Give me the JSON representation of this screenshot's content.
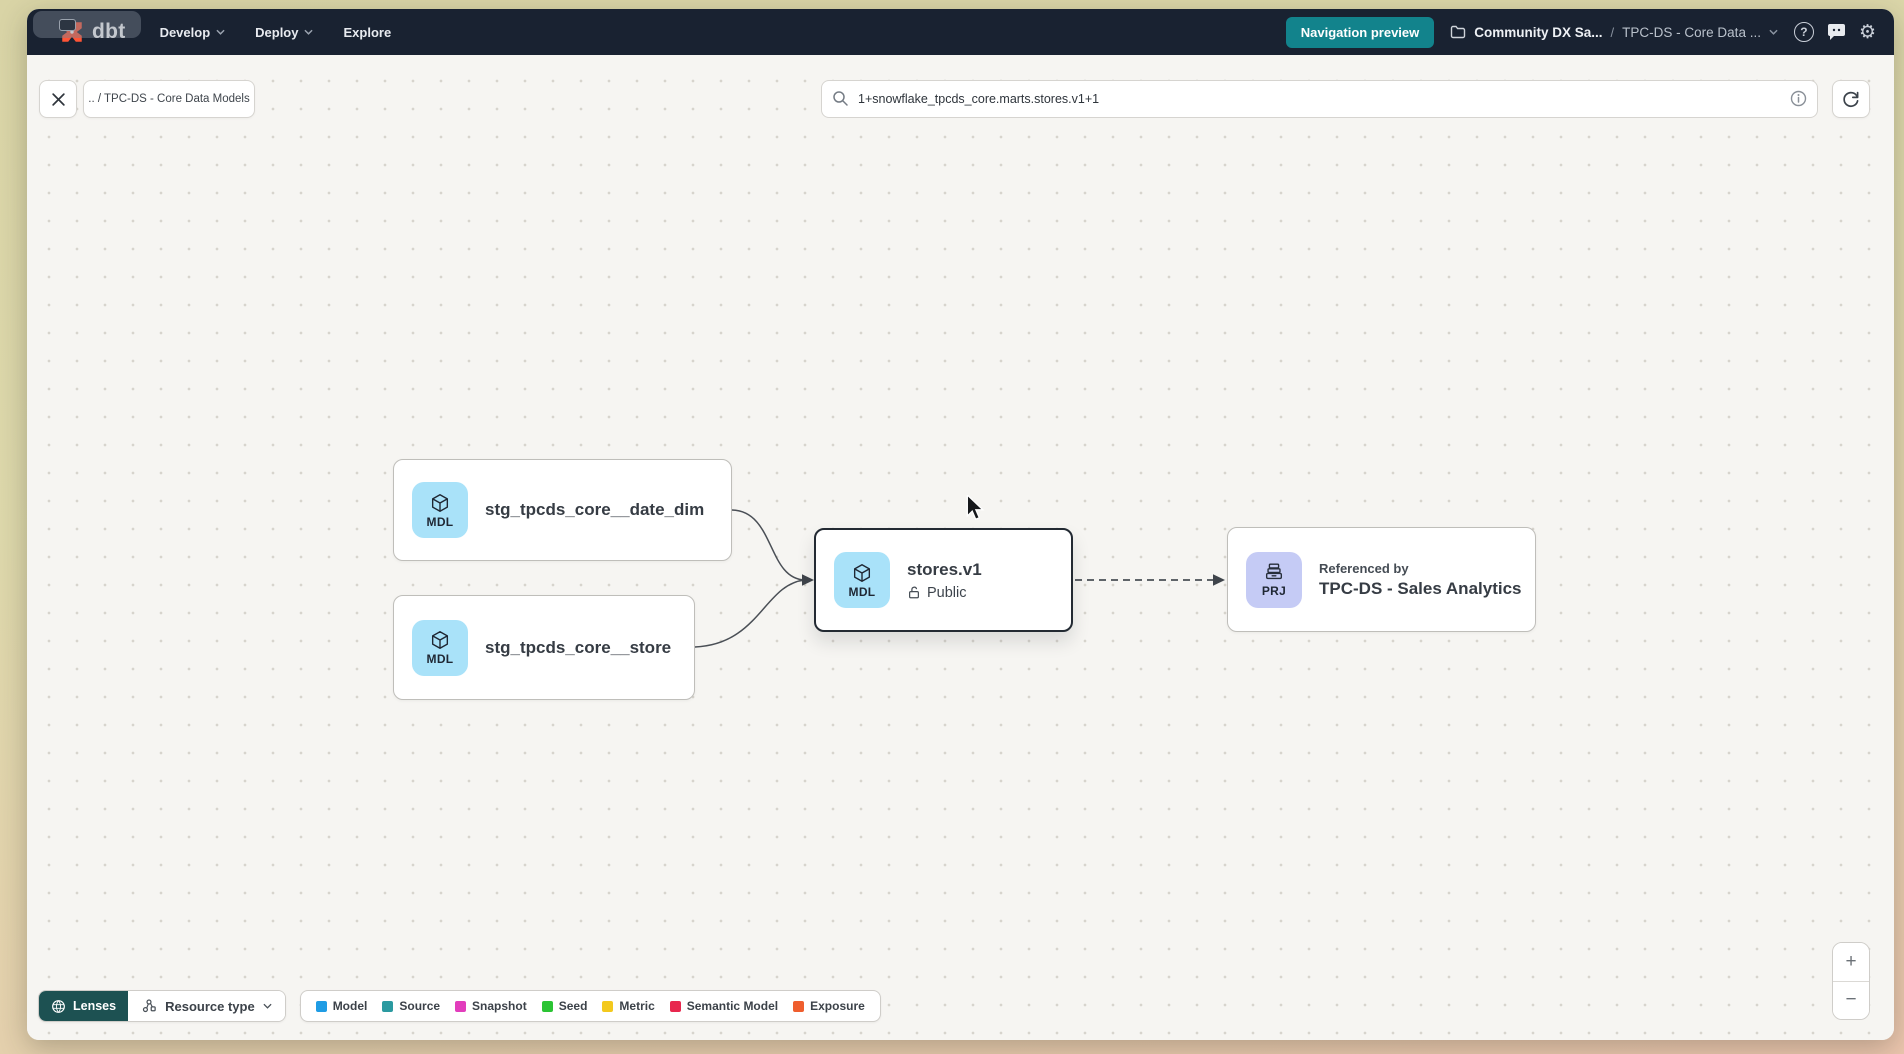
{
  "nav": {
    "logo_text": "dbt",
    "menus": [
      {
        "label": "Develop"
      },
      {
        "label": "Deploy"
      },
      {
        "label": "Explore"
      }
    ],
    "preview_badge": "Navigation preview",
    "project": "Community DX Sa...",
    "separator": "/",
    "section": "TPC-DS - Core Data ...",
    "help_glyph": "?",
    "gear_glyph": "⚙"
  },
  "toolbar": {
    "breadcrumb": ".. / TPC-DS - Core Data Models",
    "search_value": "1+snowflake_tpcds_core.marts.stores.v1+1"
  },
  "graph": {
    "nodes": {
      "date_dim": {
        "badge": "MDL",
        "title": "stg_tpcds_core__date_dim"
      },
      "store": {
        "badge": "MDL",
        "title": "stg_tpcds_core__store"
      },
      "stores_v1": {
        "badge": "MDL",
        "title": "stores.v1",
        "subtitle": "Public",
        "selected": true
      },
      "sales_analytics": {
        "badge": "PRJ",
        "pretitle": "Referenced by",
        "title": "TPC-DS - Sales Analytics"
      }
    }
  },
  "footer": {
    "lenses_label": "Lenses",
    "resource_type_label": "Resource type",
    "legend": [
      {
        "label": "Model",
        "color": "#1f9ce4"
      },
      {
        "label": "Source",
        "color": "#2b9aa0"
      },
      {
        "label": "Snapshot",
        "color": "#e23dbc"
      },
      {
        "label": "Seed",
        "color": "#2bc434"
      },
      {
        "label": "Metric",
        "color": "#f3c91e"
      },
      {
        "label": "Semantic Model",
        "color": "#e8274e"
      },
      {
        "label": "Exposure",
        "color": "#ef5e2e"
      }
    ],
    "zoom_in": "+",
    "zoom_out": "−"
  },
  "colors": {
    "nav_bg": "#192231",
    "badge_teal": "#12838c",
    "lenses_teal": "#1d5152",
    "model_icon_bg": "#a9e2f9",
    "project_icon_bg": "#c5cbf5",
    "dbt_orange": "#ff5436"
  }
}
